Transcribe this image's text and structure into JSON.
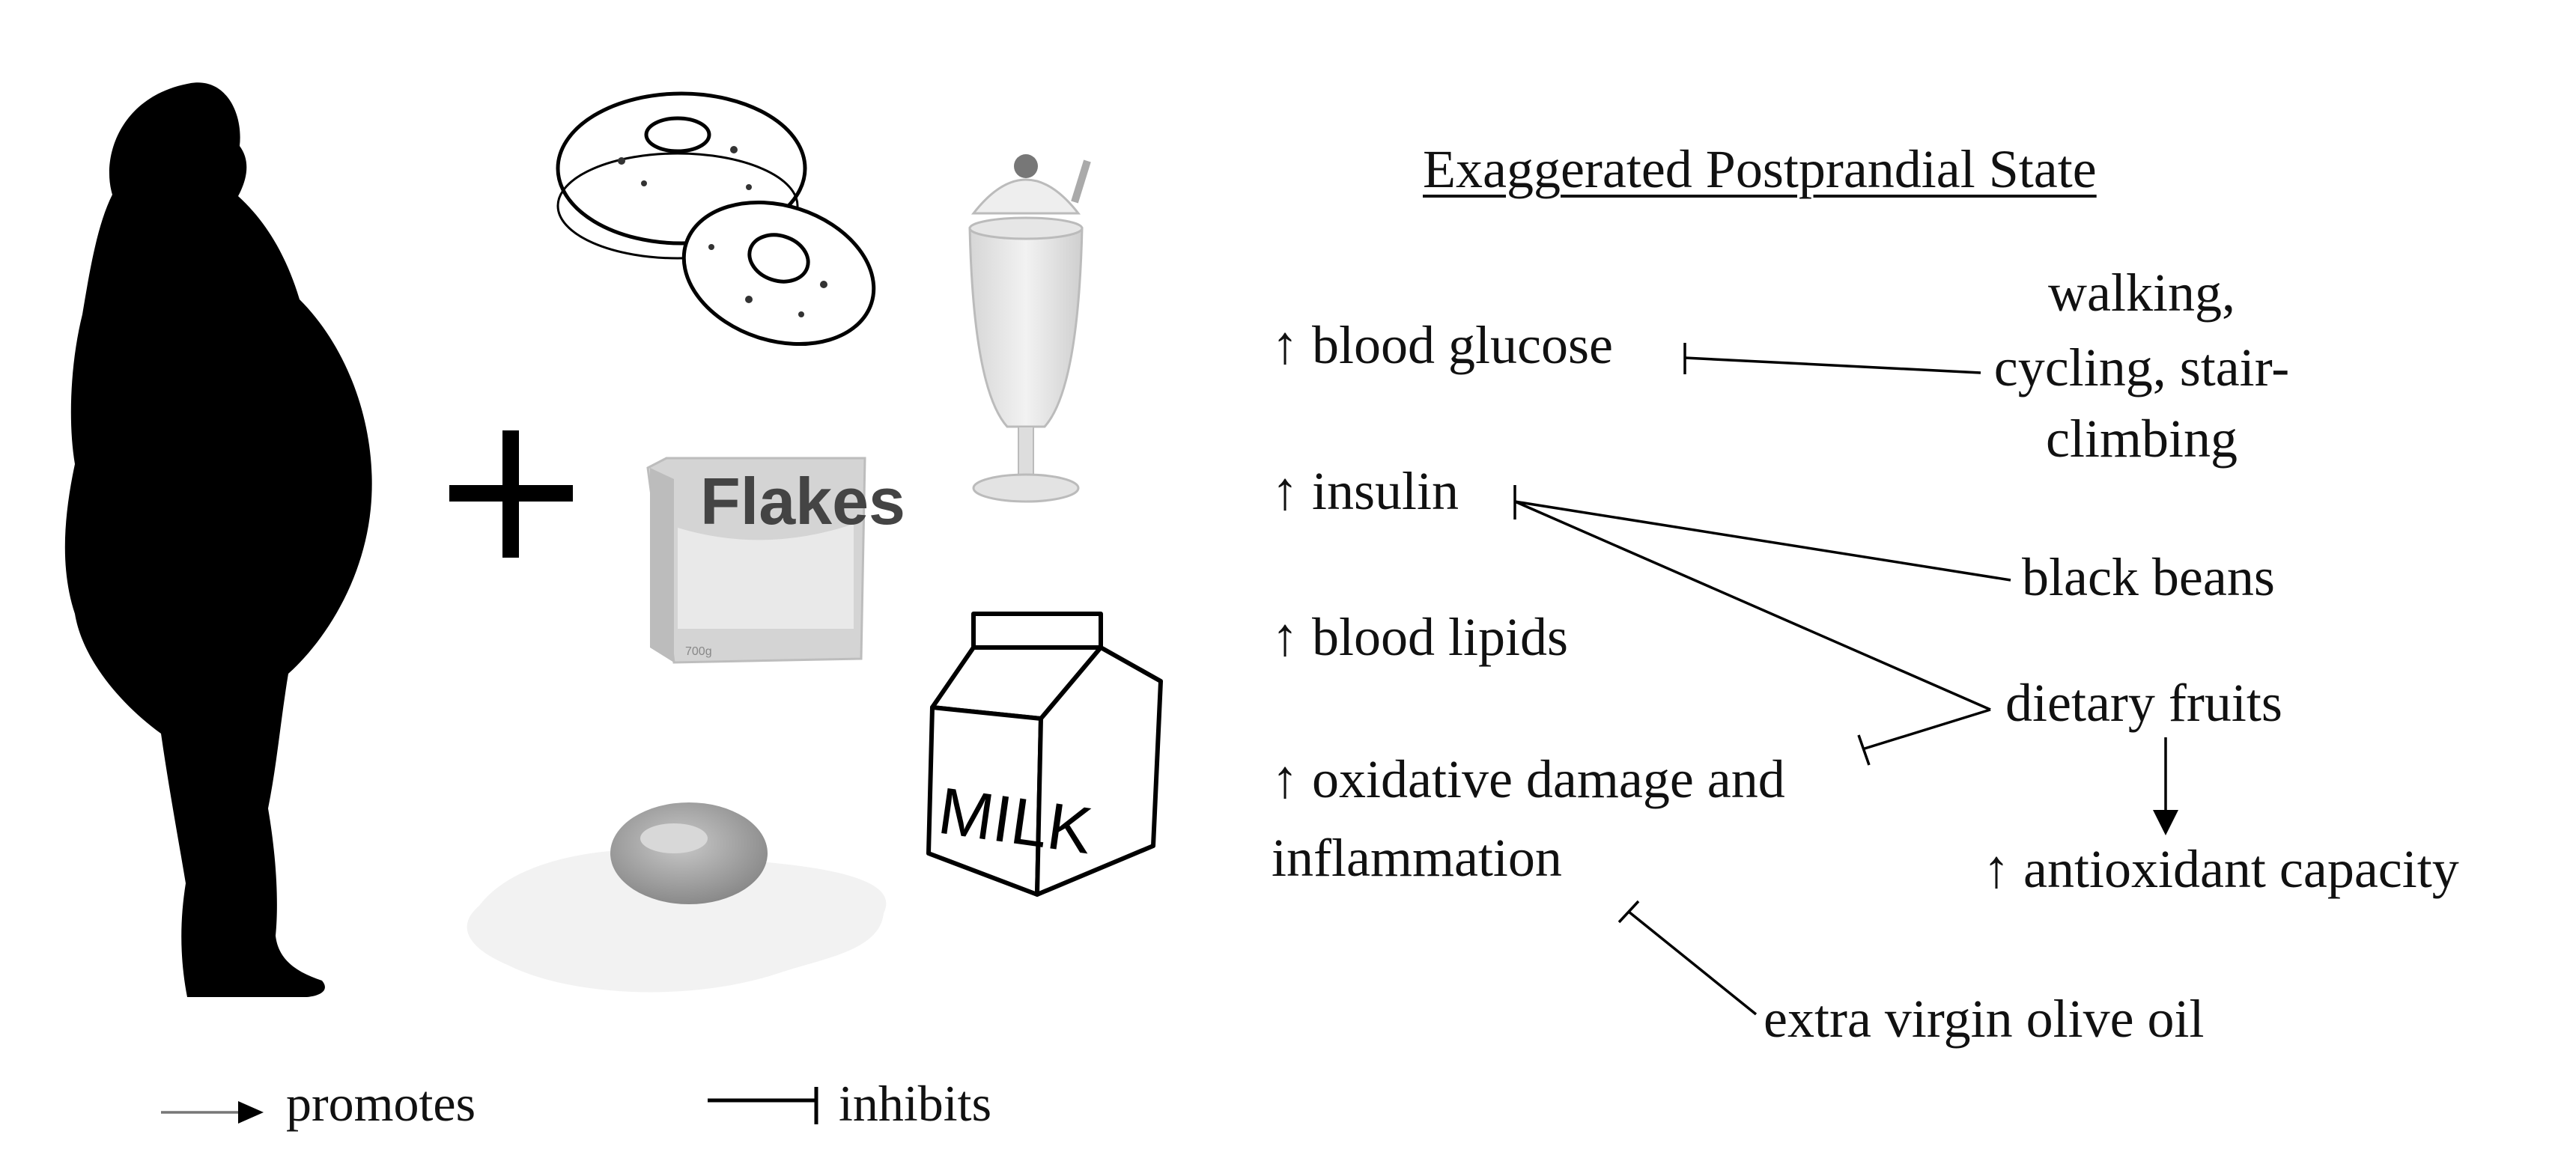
{
  "diagram": {
    "title": "Exaggerated Postprandial State",
    "effects": {
      "blood_glucose": "↑ blood glucose",
      "insulin": "↑ insulin",
      "blood_lipids": "↑ blood lipids",
      "oxidative_line1": "↑ oxidative damage and",
      "oxidative_line2": "inflammation"
    },
    "interventions": {
      "exercise_line1": "walking,",
      "exercise_line2": "cycling, stair-",
      "exercise_line3": "climbing",
      "black_beans": "black beans",
      "dietary_fruits": "dietary fruits",
      "antioxidant": "↑ antioxidant capacity",
      "olive_oil": "extra virgin olive oil"
    },
    "illustrations": {
      "cereal_box_text": "Flakes",
      "cereal_box_weight": "700g",
      "milk_text": "MILK"
    },
    "legend": {
      "promotes": "promotes",
      "inhibits": "inhibits"
    }
  }
}
